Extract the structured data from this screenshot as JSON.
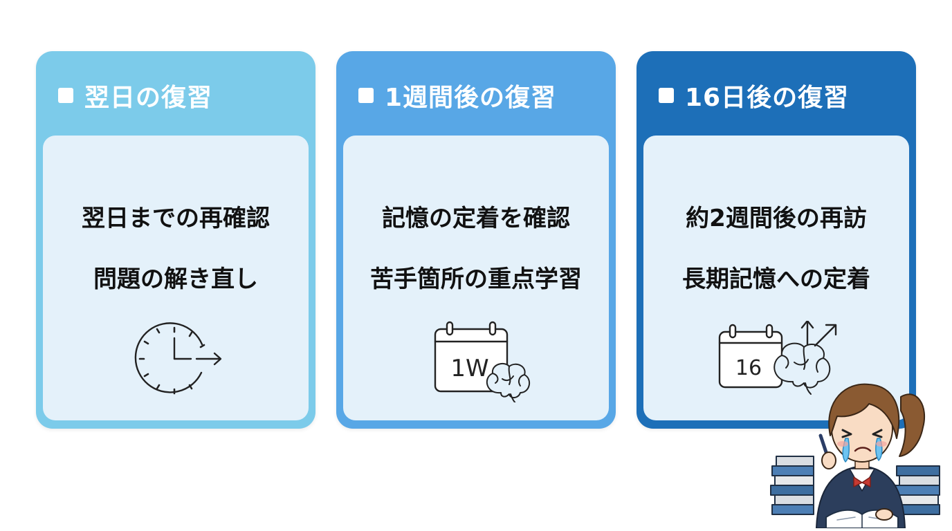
{
  "cards": [
    {
      "title": "翌日の復習",
      "lines": [
        "翌日までの再確認",
        "問題の解き直し"
      ],
      "icon": "clock-arrow-icon"
    },
    {
      "title": "1週間後の復習",
      "lines": [
        "記憶の定着を確認",
        "苦手箇所の重点学習"
      ],
      "icon": "calendar-brain-icon",
      "icon_text": "1W"
    },
    {
      "title": "16日後の復習",
      "lines": [
        "約2週間後の再訪",
        "長期記憶への定着"
      ],
      "icon": "calendar-brain-growth-icon",
      "icon_text": "16"
    }
  ],
  "illustration": "crying-student-icon",
  "colors": {
    "card_1": "#7ccbea",
    "card_2": "#58a7e6",
    "card_3": "#1d6fb8",
    "card_body": "#e4f1fa",
    "text": "#111111"
  }
}
